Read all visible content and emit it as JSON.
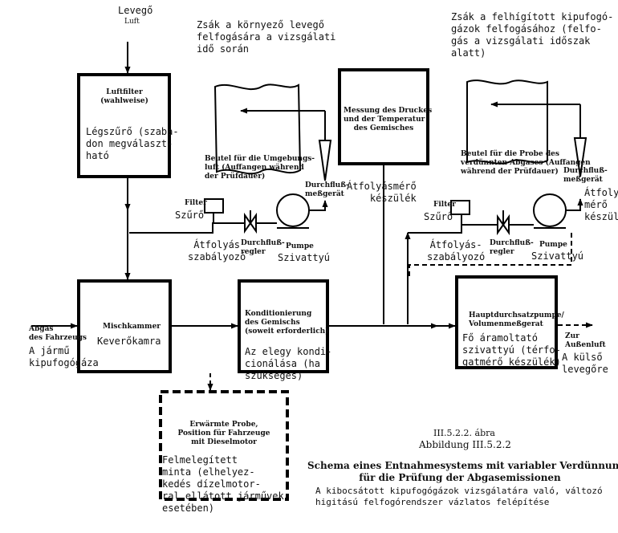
{
  "inputs": {
    "air_hu": "Levegő",
    "air_de": "Luft",
    "exhaust_de": "Abgas\ndes Fahrzeugs",
    "exhaust_hu": "A jármű\nkipufogógáza"
  },
  "bag_ambient": {
    "hu": "Zsák a környező levegő\nfelfogására a vizsgálati\nidő során",
    "de": "Beutel für die Umgebungs-\nluft (Auffangen während\nder Prüfdauer)"
  },
  "bag_sample": {
    "hu": "Zsák a felhígított kipufogó-\ngázok felfogásához (felfo-\ngás a vizsgálati időszak\nalatt)",
    "de": "Beutel für die Probe des\nverdünnten Abgases (Auffangen\nwährend der Prüfdauer)"
  },
  "air_filter": {
    "de": "Luftfilter\n(wahlweise)",
    "hu": "Légszűrő (szaba-\ndon megválaszt-\nható"
  },
  "measurement": {
    "de": "Messung des Druckes\nund der Temperatur\ndes Gemisches"
  },
  "left_train": {
    "filter_de": "Filter",
    "filter_hu": "Szűrő",
    "regulator_hu": "Átfolyás\nszabályozó",
    "regulator_de": "Durchfluß-\nregler",
    "pump_de": "Pumpe",
    "pump_hu": "Szivattyú",
    "meter_de": "Durchfluß-\nmeßgerät",
    "meter_hu": "Átfolyásmérő\n    készülék"
  },
  "right_train": {
    "filter_de": "Filter",
    "filter_hu": "Szűrő",
    "regulator_hu": "Átfolyás-\nszabályozó",
    "regulator_de": "Durchfluß-\nregler",
    "pump_de": "Pumpe",
    "pump_hu": "Szivattyú",
    "meter_de": "Durchfluß-\nmeßgerät",
    "meter_hu": "Átfolyás-\nmérő\nkészülék"
  },
  "mixing_chamber": {
    "de": "Mischkammer",
    "hu": "Keverőkamra"
  },
  "conditioning": {
    "de": "Konditionierung\ndes Gemischs\n(soweit erforderlich)",
    "hu": "Az elegy kondi-\ncionálása (ha\nszükséges)"
  },
  "main_pump": {
    "de": "Hauptdurchsatzpumpe/\nVolumenmeßgerat",
    "hu": "Fő áramoltató\nszivattyú (térfo-\ngatmérő készülék)"
  },
  "outlet": {
    "de": "Zur\nAußenluft",
    "hu": "A külső\nlevegőre"
  },
  "heated_probe": {
    "de": "Erwärmte Probe,\nPosition für Fahrzeuge\nmit Dieselmotor",
    "hu": "Felmelegített\nminta (elhelyez-\nkedés dízelmotor-\nral ellátott járművek\nesetében)"
  },
  "caption": {
    "fig_hu": "III.5.2.2. ábra",
    "fig_de": "Abbildung III.5.2.2",
    "title_de": "Schema eines Entnahmesystems mit variabler Verdünnung\nfür die Prüfung der Abgasemissionen",
    "title_hu": "A kibocsátott kipufogógázok vizsgálatára való, változó\nhigitású felfogórendszer vázlatos felépítése"
  }
}
